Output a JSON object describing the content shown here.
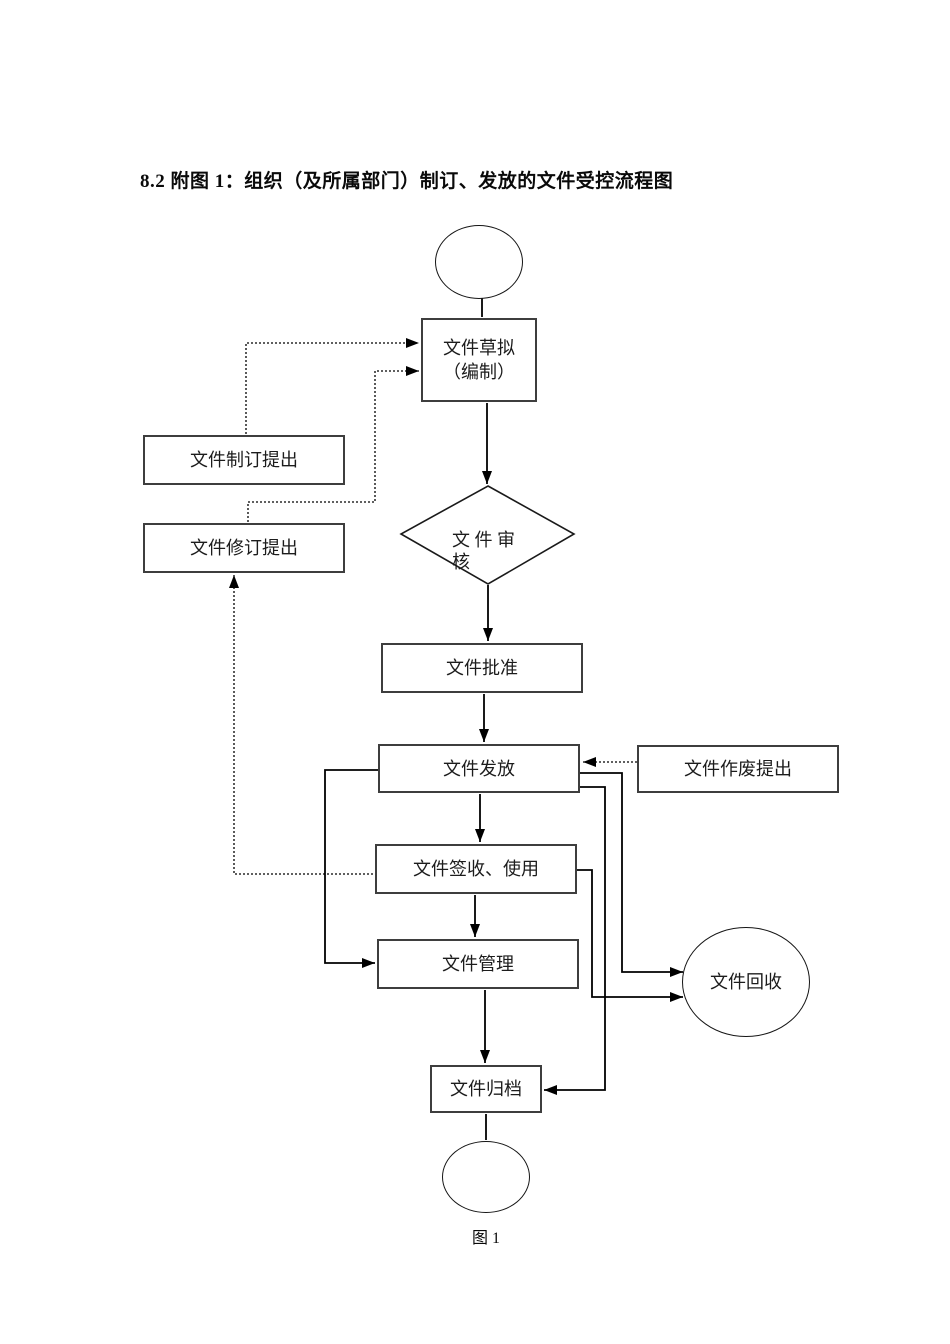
{
  "page": {
    "title": "8.2 附图 1：组织（及所属部门）制订、发放的文件受控流程图",
    "caption": "图 1"
  },
  "flowchart": {
    "nodes": {
      "start": {
        "type": "terminal-circle",
        "label": ""
      },
      "draft": {
        "type": "process",
        "label_line1": "文件草拟",
        "label_line2": "（编制）"
      },
      "propose": {
        "type": "process",
        "label": "文件制订提出"
      },
      "revise": {
        "type": "process",
        "label": "文件修订提出"
      },
      "review": {
        "type": "decision",
        "label_line1": "文 件 审",
        "label_line2": "核"
      },
      "approve": {
        "type": "process",
        "label": "文件批准"
      },
      "issue": {
        "type": "process",
        "label": "文件发放"
      },
      "void": {
        "type": "process",
        "label": "文件作废提出"
      },
      "sign": {
        "type": "process",
        "label": "文件签收、使用"
      },
      "manage": {
        "type": "process",
        "label": "文件管理"
      },
      "recycle": {
        "type": "terminal-circle",
        "label": "文件回收"
      },
      "archive": {
        "type": "process",
        "label": "文件归档"
      },
      "end": {
        "type": "terminal-circle",
        "label": ""
      }
    },
    "edges": [
      {
        "from": "start",
        "to": "draft",
        "style": "solid",
        "arrow": false
      },
      {
        "from": "draft",
        "to": "review",
        "style": "solid",
        "arrow": true
      },
      {
        "from": "review",
        "to": "approve",
        "style": "solid",
        "arrow": true
      },
      {
        "from": "approve",
        "to": "issue",
        "style": "solid",
        "arrow": true
      },
      {
        "from": "issue",
        "to": "sign",
        "style": "solid",
        "arrow": true
      },
      {
        "from": "sign",
        "to": "manage",
        "style": "solid",
        "arrow": true
      },
      {
        "from": "manage",
        "to": "archive",
        "style": "solid",
        "arrow": true
      },
      {
        "from": "archive",
        "to": "end",
        "style": "solid",
        "arrow": false
      },
      {
        "from": "issue",
        "to": "manage",
        "style": "solid",
        "arrow": true
      },
      {
        "from": "issue",
        "to": "recycle",
        "style": "solid",
        "arrow": true
      },
      {
        "from": "issue",
        "to": "archive",
        "style": "solid",
        "arrow": true
      },
      {
        "from": "sign",
        "to": "recycle",
        "style": "solid",
        "arrow": true
      },
      {
        "from": "propose",
        "to": "draft",
        "style": "dotted",
        "arrow": true
      },
      {
        "from": "revise",
        "to": "draft",
        "style": "dotted",
        "arrow": true
      },
      {
        "from": "sign",
        "to": "revise",
        "style": "dotted",
        "arrow": true
      },
      {
        "from": "void",
        "to": "issue",
        "style": "dotted",
        "arrow": true
      }
    ],
    "colors": {
      "background": "#ffffff",
      "line": "#000000",
      "box_border": "#3e3e3e",
      "text": "#1c1c1c"
    }
  }
}
